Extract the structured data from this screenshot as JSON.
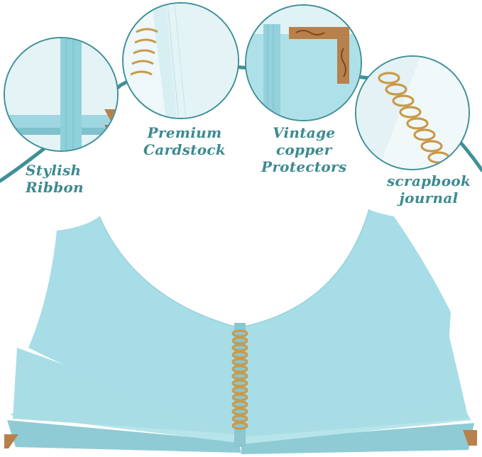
{
  "labels": {
    "ribbon": [
      "Stylish",
      "Ribbon"
    ],
    "cardstock": [
      "Premium",
      "Cardstock"
    ],
    "protectors": [
      "Vintage",
      "copper",
      "Protectors"
    ],
    "journal": [
      "scrapbook",
      "journal"
    ]
  },
  "colors": {
    "accent": "#3d8a90",
    "paper": "#a6dde6",
    "paper_shadow": "#8fcbd5",
    "ribbon": "#3f8f96",
    "copper": "#b8804a",
    "gold_spiral": "#c99a4a"
  }
}
